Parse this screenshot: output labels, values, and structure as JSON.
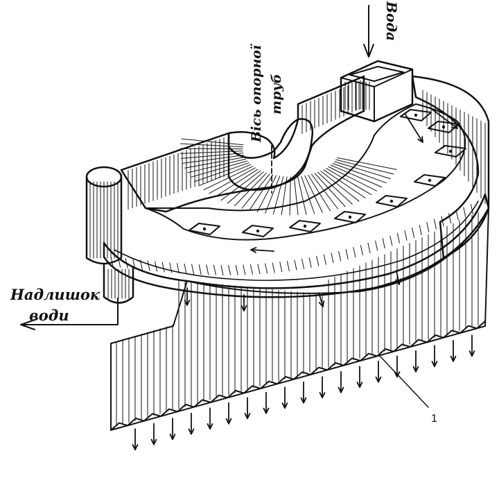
{
  "labels": {
    "water": "Вода",
    "axis_line1": "Вісь опорної",
    "axis_line2": "труб",
    "excess_line1": "Надлишок",
    "excess_line2": "води",
    "callout": "1"
  },
  "colors": {
    "ink": "#111111",
    "paper": "#ffffff"
  }
}
